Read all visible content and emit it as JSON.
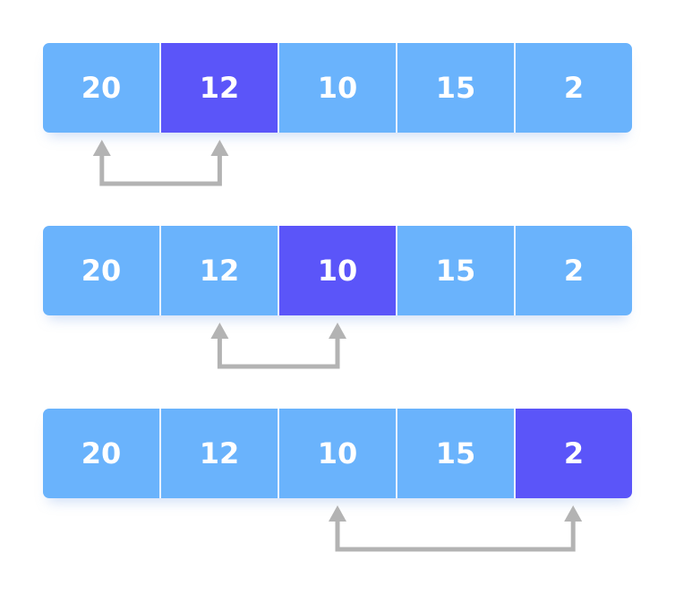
{
  "colors": {
    "cell": "#6ab3fc",
    "highlight": "#5b55f9",
    "arrow": "#b3b3b3"
  },
  "rows": [
    {
      "cells": [
        "20",
        "12",
        "10",
        "15",
        "2"
      ],
      "highlight": 1,
      "arrow": [
        0,
        1
      ]
    },
    {
      "cells": [
        "20",
        "12",
        "10",
        "15",
        "2"
      ],
      "highlight": 2,
      "arrow": [
        1,
        2
      ]
    },
    {
      "cells": [
        "20",
        "12",
        "10",
        "15",
        "2"
      ],
      "highlight": 4,
      "arrow": [
        2,
        4
      ]
    }
  ]
}
